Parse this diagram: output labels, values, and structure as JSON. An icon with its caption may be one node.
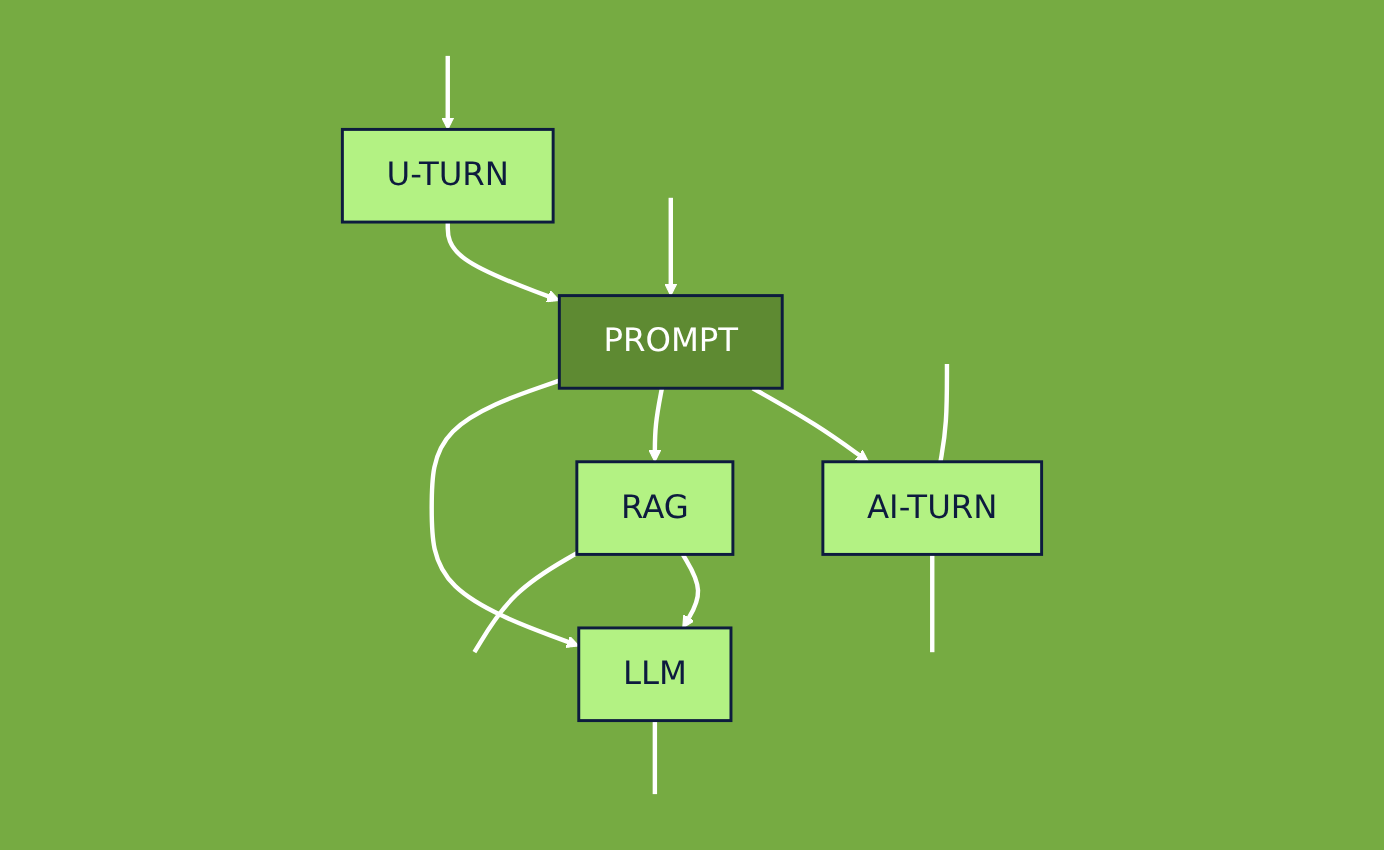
{
  "diagram": {
    "nodes": [
      {
        "text": [
          "U-TURN"
        ]
      },
      {
        "text": [
          "PROMPT"
        ]
      },
      {
        "text": [
          "AI-TURN"
        ]
      },
      {
        "text": [
          "RAG"
        ]
      },
      {
        "text": [
          "LLM"
        ]
      }
    ],
    "edges": [
      {
        "from": null,
        "to": 0,
        "arrow": "to"
      },
      {
        "from": 0,
        "to": 1,
        "arrow": "to"
      },
      {
        "from": null,
        "to": 1,
        "arrow": "to"
      },
      {
        "from": 1,
        "to": 2,
        "arrow": "to"
      },
      {
        "from": 1,
        "to": 3,
        "arrow": "to"
      },
      {
        "from": 1,
        "to": 4,
        "arrow": "to"
      },
      {
        "from": 3,
        "to": 4,
        "arrow": "to"
      },
      {
        "from": null,
        "to": 2,
        "arrow": "none"
      },
      {
        "from": 2,
        "to": null,
        "arrow": "none"
      },
      {
        "from": 3,
        "to": null,
        "arrow": "none"
      },
      {
        "from": 4,
        "to": null,
        "arrow": "none"
      }
    ]
  }
}
